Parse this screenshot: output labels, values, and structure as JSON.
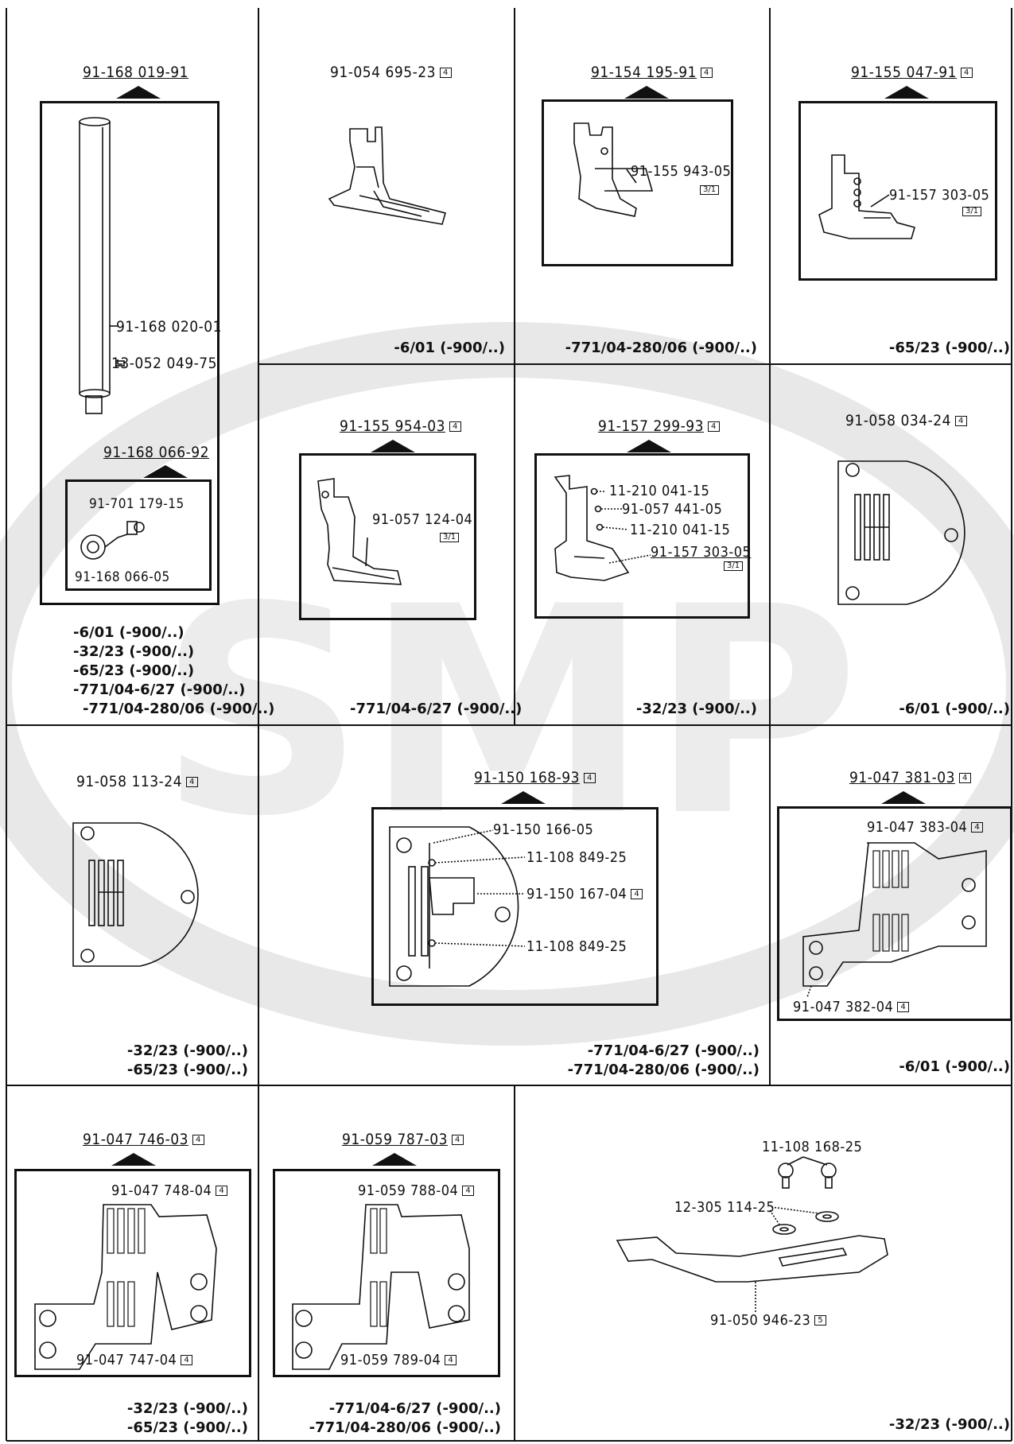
{
  "watermark": "SMP",
  "cells": {
    "c1": {
      "main": "91-168 019-91",
      "sub1": "91-168 020-01",
      "sub2": "13-052 049-75",
      "inset": "91-168 066-92",
      "inset_a": "91-701 179-15",
      "inset_b": "91-168 066-05",
      "models": [
        "-6/01 (-900/..)",
        "-32/23 (-900/..)",
        "-65/23 (-900/..)",
        "-771/04-6/27 (-900/..)",
        "-771/04-280/06 (-900/..)"
      ]
    },
    "c2": {
      "main": "91-054 695-23",
      "box": "4",
      "models": [
        "-6/01 (-900/..)"
      ]
    },
    "c3": {
      "main": "91-154 195-91",
      "box": "4",
      "sub1": "91-155 943-05",
      "scale": "3/1",
      "models": [
        "-771/04-280/06 (-900/..)"
      ]
    },
    "c4": {
      "main": "91-155 047-91",
      "box": "4",
      "sub1": "91-157 303-05",
      "scale": "3/1",
      "models": [
        "-65/23 (-900/..)"
      ]
    },
    "c5": {
      "main": "91-155 954-03",
      "box": "4",
      "sub1": "91-057 124-04",
      "scale": "3/1",
      "models": [
        "-771/04-6/27 (-900/..)"
      ]
    },
    "c6": {
      "main": "91-157 299-93",
      "box": "4",
      "sub1": "11-210 041-15",
      "sub2": "91-057 441-05",
      "sub3": "11-210 041-15",
      "sub4": "91-157 303-05",
      "scale": "3/1",
      "models": [
        "-32/23 (-900/..)"
      ]
    },
    "c7": {
      "main": "91-058 034-24",
      "box": "4",
      "models": [
        "-6/01 (-900/..)"
      ]
    },
    "c8": {
      "main": "91-058 113-24",
      "box": "4",
      "models": [
        "-32/23 (-900/..)",
        "-65/23 (-900/..)"
      ]
    },
    "c9": {
      "main": "91-150 168-93",
      "box": "4",
      "sub1": "91-150 166-05",
      "sub2": "11-108 849-25",
      "sub3": "91-150 167-04",
      "sub4": "11-108 849-25",
      "models": [
        "-771/04-6/27 (-900/..)",
        "-771/04-280/06 (-900/..)"
      ]
    },
    "c10": {
      "main": "91-047 381-03",
      "box": "4",
      "sub1": "91-047 383-04",
      "sub2": "91-047 382-04",
      "models": [
        "-6/01 (-900/..)"
      ]
    },
    "c11": {
      "main": "91-047 746-03",
      "box": "4",
      "sub1": "91-047 748-04",
      "sub2": "91-047 747-04",
      "models": [
        "-32/23 (-900/..)",
        "-65/23 (-900/..)"
      ]
    },
    "c12": {
      "main": "91-059 787-03",
      "box": "4",
      "sub1": "91-059 788-04",
      "sub2": "91-059 789-04",
      "models": [
        "-771/04-6/27 (-900/..)",
        "-771/04-280/06 (-900/..)"
      ]
    },
    "c13": {
      "sub1": "11-108 168-25",
      "sub2": "12-305 114-25",
      "sub3": "91-050 946-23",
      "box": "5",
      "models": [
        "-32/23 (-900/..)"
      ]
    }
  }
}
